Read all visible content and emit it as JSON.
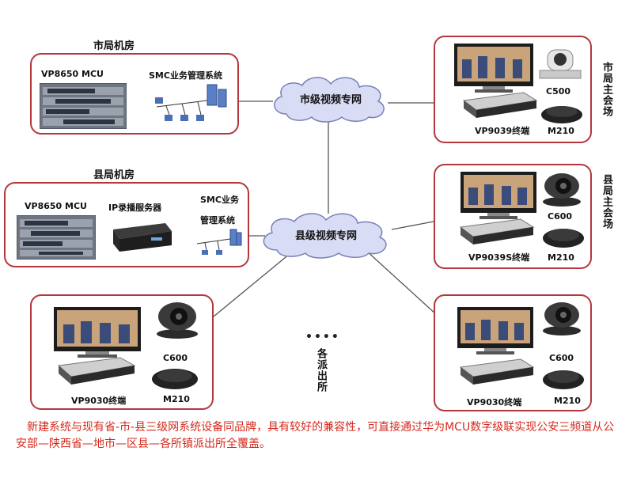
{
  "city_room": {
    "title": "市局机房",
    "mcu_label": "VP8650 MCU",
    "smc_label": "SMC业务管理系统"
  },
  "county_room": {
    "title": "县局机房",
    "mcu_label": "VP8650 MCU",
    "recorder_label": "IP录播服务器",
    "smc_label_1": "SMC业务",
    "smc_label_2": "管理系统"
  },
  "clouds": {
    "city": "市级视频专网",
    "county": "县级视频专网"
  },
  "city_venue": {
    "side_label": "市局主会场",
    "camera_label": "C500",
    "terminal_label": "VP9039终端",
    "mic_label": "M210"
  },
  "county_venue": {
    "side_label": "县局主会场",
    "camera_label": "C600",
    "terminal_label": "VP9039S终端",
    "mic_label": "M210"
  },
  "stations": {
    "dots": "••••",
    "label": "各派出所",
    "left": {
      "camera_label": "C600",
      "terminal_label": "VP9030终端",
      "mic_label": "M210"
    },
    "right": {
      "camera_label": "C600",
      "terminal_label": "VP9030终端",
      "mic_label": "M210"
    }
  },
  "caption": "新建系统与现有省-市-县三级网系统设备同品牌，具有较好的兼容性，可直接通过华为MCU数字级联实现公安三频道从公安部—陕西省—地市—区县—各所镇派出所全覆盖。",
  "colors": {
    "box_border": "#b5373d",
    "caption_red": "#d42a1e",
    "cloud_fill": "#d8dcf4",
    "cloud_stroke": "#7a80b8"
  }
}
